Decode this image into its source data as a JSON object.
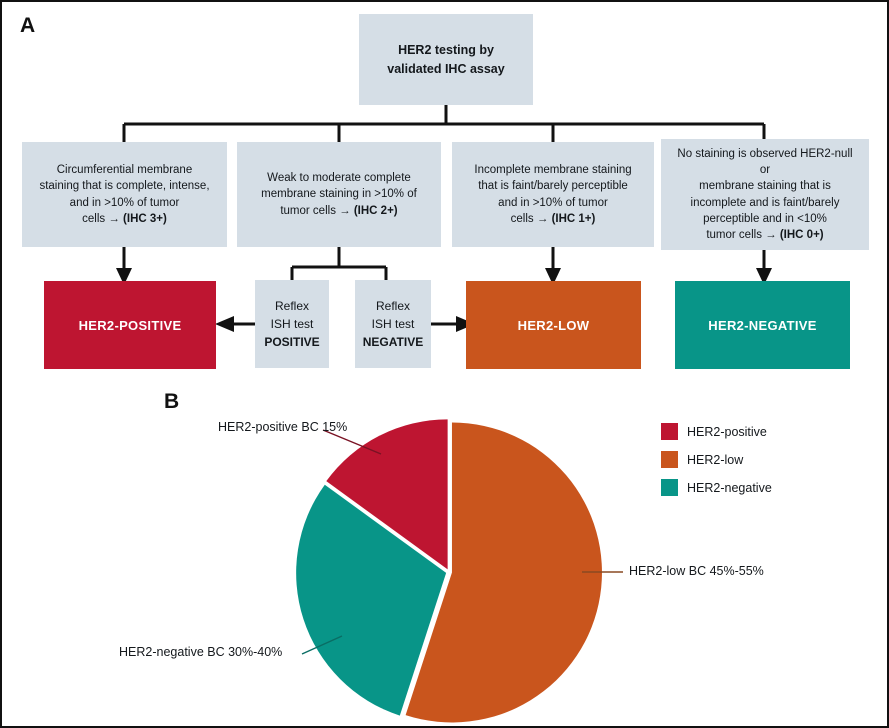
{
  "figure": {
    "panel_a_label": "A",
    "panel_b_label": "B",
    "border_color": "#111111",
    "box_fill": "#d5dee6"
  },
  "colors": {
    "her2_positive": "#be1531",
    "her2_low": "#c9551d",
    "her2_negative": "#089588",
    "box_fill": "#d5dee6",
    "line": "#111111"
  },
  "flowchart": {
    "root": {
      "line1": "HER2 testing by",
      "line2": "validated IHC assay"
    },
    "criteria": [
      {
        "id": "ihc3",
        "lines": [
          "Circumferential membrane",
          "staining that is complete, intense,",
          "and in >10% of tumor"
        ],
        "tail_plain": "cells → ",
        "tail_bold": "(IHC 3+)"
      },
      {
        "id": "ihc2",
        "lines": [
          "Weak to moderate complete",
          "membrane staining in >10% of"
        ],
        "tail_plain": "tumor cells → ",
        "tail_bold": "(IHC 2+)"
      },
      {
        "id": "ihc1",
        "lines": [
          "Incomplete membrane staining",
          "that is faint/barely perceptible",
          "and in >10% of tumor"
        ],
        "tail_plain": "cells → ",
        "tail_bold": "(IHC 1+)"
      },
      {
        "id": "ihc0",
        "lines": [
          "No staining is observed HER2-null",
          "or",
          "membrane staining that is",
          "incomplete and is faint/barely",
          "perceptible and in <10%"
        ],
        "tail_plain": "tumor cells → ",
        "tail_bold": "(IHC 0+)"
      }
    ],
    "reflex": [
      {
        "id": "reflex-positive",
        "line1": "Reflex",
        "line2": "ISH test",
        "result": "POSITIVE"
      },
      {
        "id": "reflex-negative",
        "line1": "Reflex",
        "line2": "ISH test",
        "result": "NEGATIVE"
      }
    ],
    "results": [
      {
        "id": "her2-positive",
        "label": "HER2-POSITIVE",
        "color": "#be1531"
      },
      {
        "id": "her2-low",
        "label": "HER2-LOW",
        "color": "#c9551d"
      },
      {
        "id": "her2-negative",
        "label": "HER2-NEGATIVE",
        "color": "#089588"
      }
    ]
  },
  "chart_data": {
    "type": "pie",
    "title": "",
    "legend_position": "right",
    "categories": [
      "HER2-positive",
      "HER2-low",
      "HER2-negative"
    ],
    "values": [
      15,
      55,
      30
    ],
    "colors": [
      "#be1531",
      "#c9551d",
      "#089588"
    ],
    "labels": [
      "HER2-positive BC 15%",
      "HER2-low BC 45%-55%",
      "HER2-negative BC 30%-40%"
    ],
    "legend": [
      {
        "label": "HER2-positive",
        "color": "#be1531"
      },
      {
        "label": "HER2-low",
        "color": "#c9551d"
      },
      {
        "label": "HER2-negative",
        "color": "#089588"
      }
    ]
  }
}
